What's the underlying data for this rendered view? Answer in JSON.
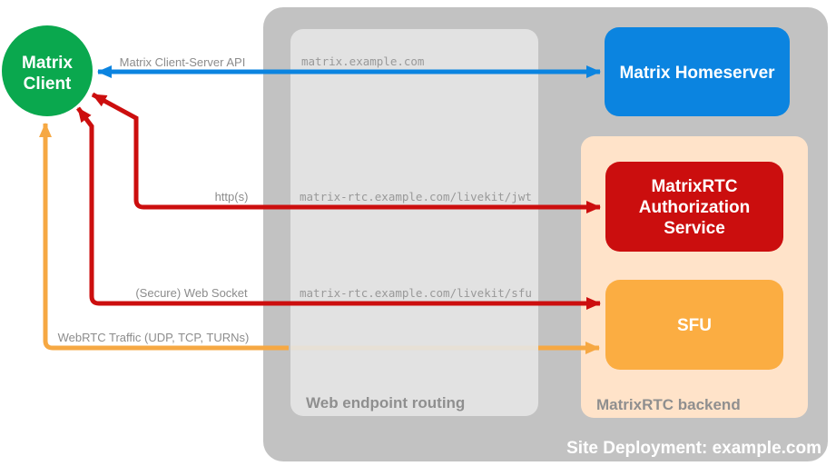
{
  "nodes": {
    "client": {
      "line1": "Matrix",
      "line2": "Client",
      "color": "#0aa84e"
    },
    "homeserver": {
      "label": "Matrix Homeserver",
      "color": "#0b84e0"
    },
    "auth_service": {
      "line1": "MatrixRTC",
      "line2": "Authorization",
      "line3": "Service",
      "color": "#cb0e0e"
    },
    "sfu": {
      "label": "SFU",
      "color": "#fbad42"
    }
  },
  "containers": {
    "site_deployment": {
      "label": "Site Deployment: example.com",
      "color": "#c2c2c2"
    },
    "web_endpoint_routing": {
      "label": "Web endpoint routing",
      "color": "#e5e5e5"
    },
    "matrixrtc_backend": {
      "label": "MatrixRTC backend",
      "color": "#ffe3c9"
    }
  },
  "connections": {
    "client_server_api": {
      "label": "Matrix Client-Server API",
      "endpoint": "matrix.example.com",
      "color": "#0b84e0"
    },
    "https": {
      "label": "http(s)",
      "endpoint": "matrix-rtc.example.com/livekit/jwt",
      "color": "#cc0e0e"
    },
    "websocket": {
      "label": "(Secure) Web Socket",
      "endpoint": "matrix-rtc.example.com/livekit/sfu",
      "color": "#cc0e0e"
    },
    "webrtc": {
      "label": "WebRTC Traffic (UDP, TCP, TURNs)",
      "color": "#f6a843"
    }
  },
  "text_colors": {
    "connection_label": "#8c8c8c",
    "endpoint_text": "#999999",
    "container_label": "#8f8f8f",
    "node_text": "#ffffff"
  }
}
